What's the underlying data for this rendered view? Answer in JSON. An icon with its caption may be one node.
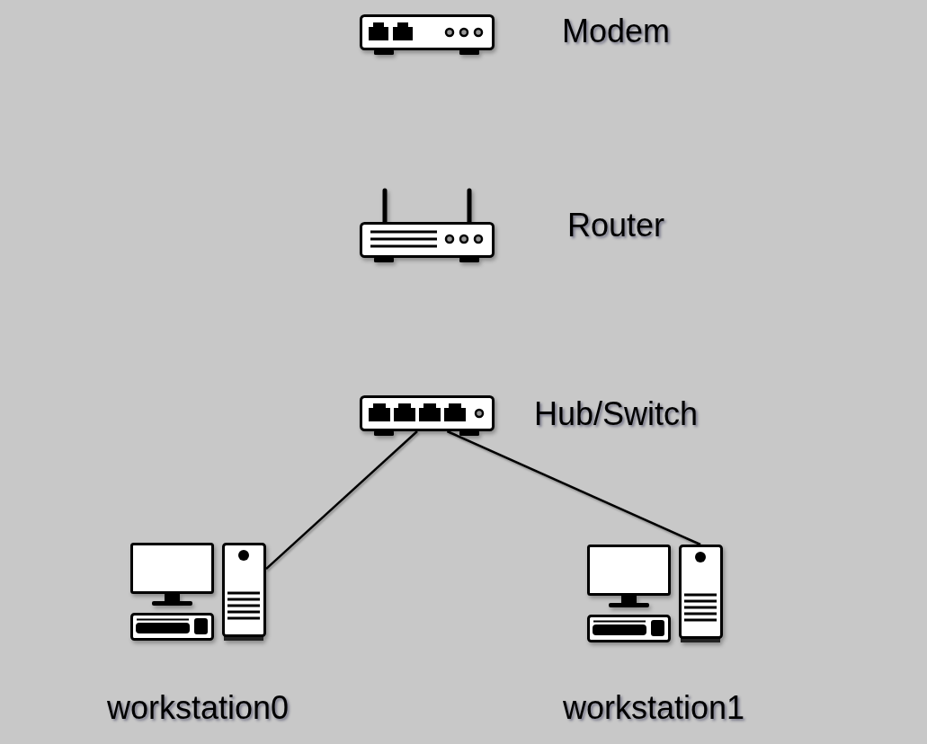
{
  "diagram": {
    "nodes": [
      {
        "text": [],
        "shape": "picture",
        "beside": [
          "Modem"
        ]
      },
      {
        "text": [],
        "shape": "picture",
        "beside": [
          "Router"
        ]
      },
      {
        "text": [],
        "shape": "picture",
        "beside": [
          "Hub/Switch"
        ]
      },
      {
        "text": [],
        "shape": "picture",
        "beside": [
          "workstation0"
        ]
      },
      {
        "text": [],
        "shape": "picture",
        "beside": [
          "workstation1"
        ]
      }
    ],
    "edges": [
      {
        "from": 0,
        "to": 1,
        "arrow": "none"
      },
      {
        "from": 1,
        "to": 2,
        "arrow": "none"
      },
      {
        "from": 2,
        "to": 3,
        "arrow": "none"
      },
      {
        "from": 2,
        "to": 4,
        "arrow": "none"
      }
    ]
  }
}
